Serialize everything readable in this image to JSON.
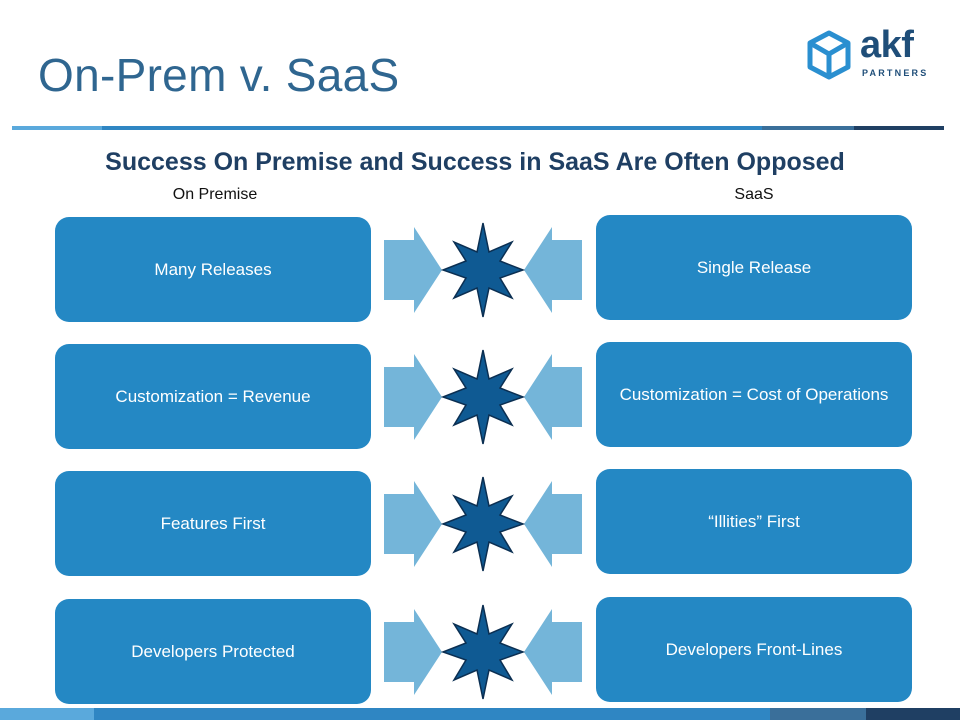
{
  "header": {
    "title": "On-Prem v. SaaS",
    "logo": {
      "word": "akf",
      "sub": "PARTNERS",
      "icon": "cube-logo-icon"
    }
  },
  "subtitle": "Success On Premise and Success in SaaS Are Often Opposed",
  "columns": {
    "left": "On Premise",
    "right": "SaaS"
  },
  "rows": [
    {
      "left": "Many  Releases",
      "right": "Single Release"
    },
    {
      "left": "Customization = Revenue",
      "right": "Customization = Cost of Operations"
    },
    {
      "left": "Features First",
      "right": "“Illities” First"
    },
    {
      "left": "Developers Protected",
      "right": "Developers Front-Lines"
    }
  ],
  "icons": {
    "arrow": "arrow-right-icon",
    "arrow_left": "arrow-left-icon",
    "clash": "starburst-icon"
  },
  "colors": {
    "title": "#2f6690",
    "box": "#2488c4",
    "arrow": "#74b5d9",
    "star": "#0f5a93",
    "star_outline": "#0b2f52",
    "rule_light": "#5aa9dc",
    "rule_mid": "#2f86c3",
    "rule_dark": "#1f3f63"
  }
}
